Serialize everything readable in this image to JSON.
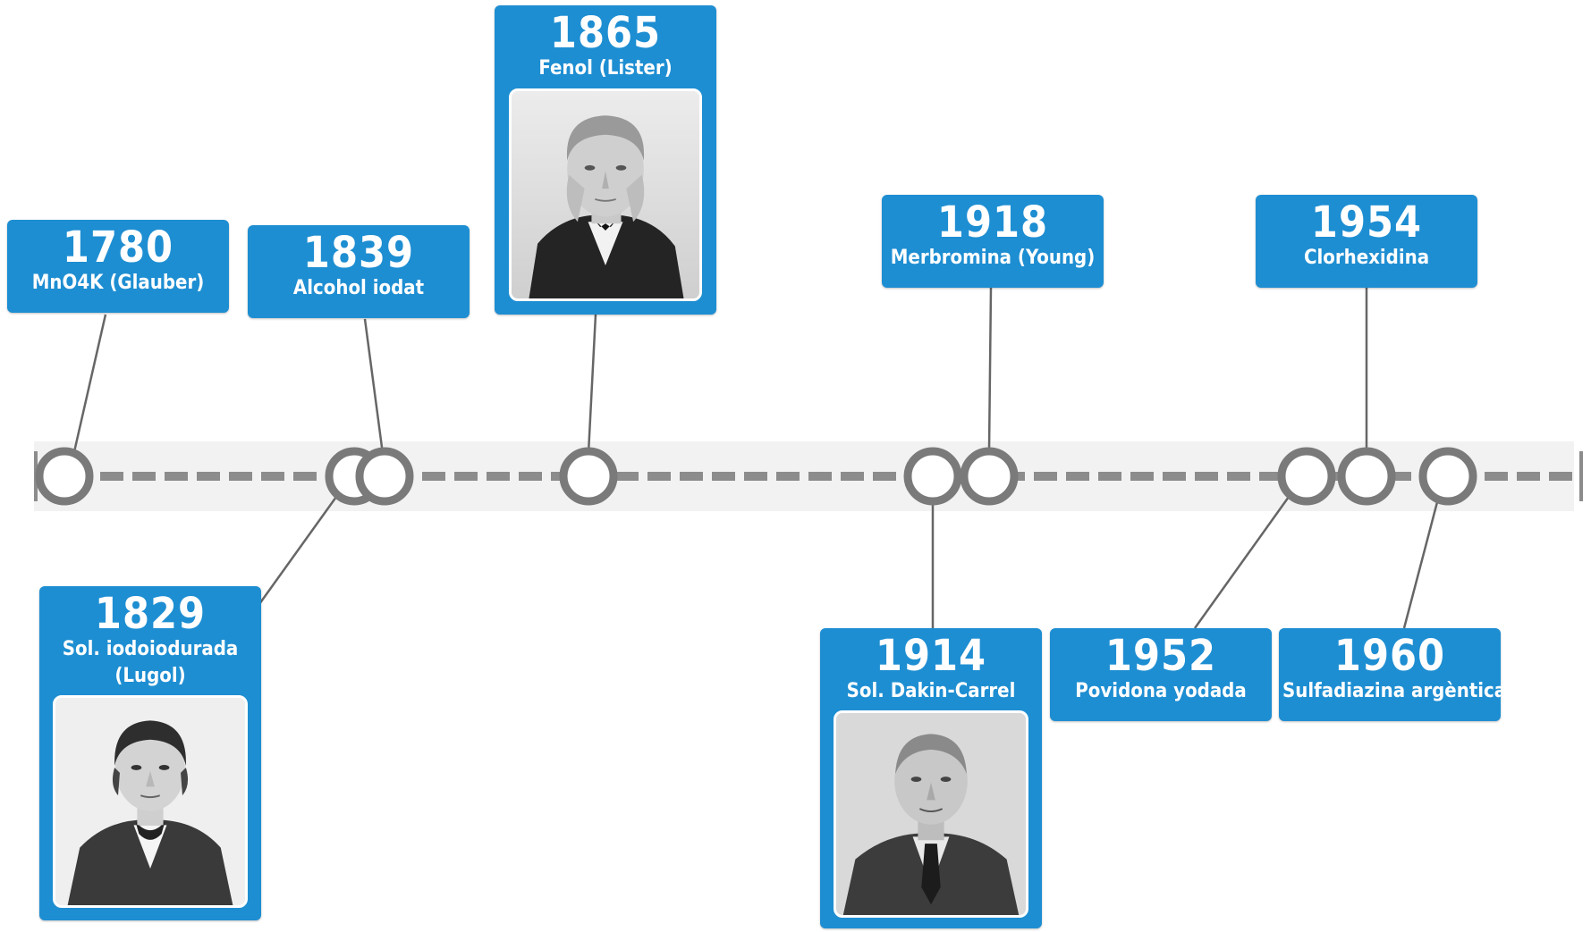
{
  "timeline": {
    "events": [
      {
        "id": "1780",
        "year": "1780",
        "label": "MnO4K (Glauber)"
      },
      {
        "id": "1829",
        "year": "1829",
        "label_line1": "Sol. iodoiodurada",
        "label_line2": "(Lugol)",
        "portrait": "portrait-lugol"
      },
      {
        "id": "1839",
        "year": "1839",
        "label": "Alcohol iodat"
      },
      {
        "id": "1865",
        "year": "1865",
        "label": "Fenol (Lister)",
        "portrait": "portrait-lister"
      },
      {
        "id": "1914",
        "year": "1914",
        "label": "Sol. Dakin-Carrel",
        "portrait": "portrait-dakin"
      },
      {
        "id": "1918",
        "year": "1918",
        "label": "Merbromina (Young)"
      },
      {
        "id": "1952",
        "year": "1952",
        "label": "Povidona yodada"
      },
      {
        "id": "1954",
        "year": "1954",
        "label": "Clorhexidina"
      },
      {
        "id": "1960",
        "year": "1960",
        "label": "Sulfadiazina argèntica"
      }
    ]
  },
  "colors": {
    "card": "#1e8ed2",
    "axis_band": "#f2f2f2",
    "axis_dash": "#8c8c8c",
    "node": "#7a7a7a",
    "connector": "#666666"
  }
}
